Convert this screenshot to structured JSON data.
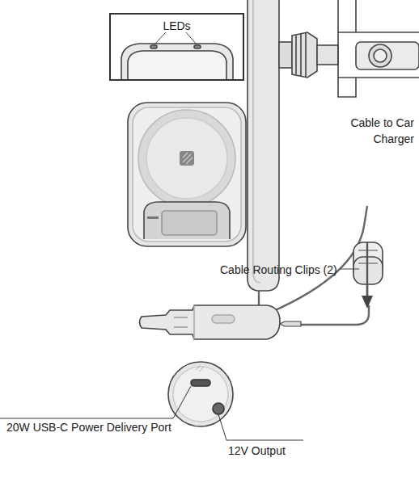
{
  "diagram": {
    "nodes": [
      {
        "text": [
          "LEDs"
        ]
      }
    ],
    "labels": [
      "Cable to Car Charger",
      "Cable Routing Clips (2)",
      "20W USB-C Power Delivery Port",
      "12V Output"
    ]
  }
}
